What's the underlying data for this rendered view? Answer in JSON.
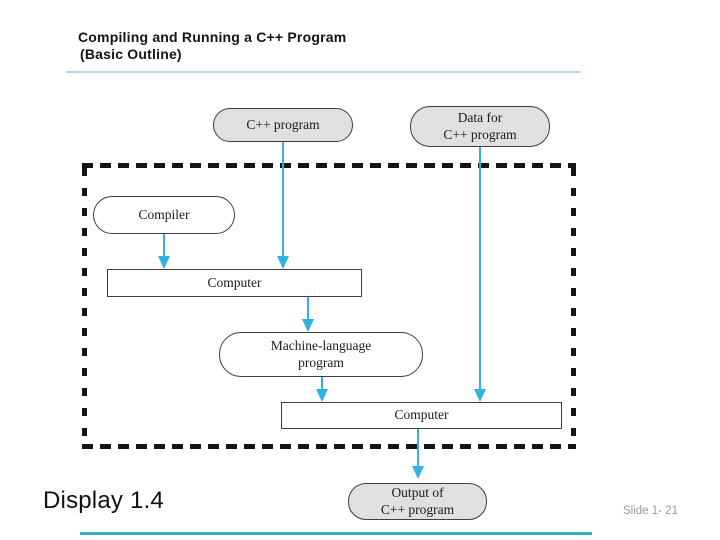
{
  "slide": {
    "title_line1": "Compiling and Running a C++ Program",
    "title_line2": "(Basic Outline)",
    "caption": "Display 1.4",
    "page_number": "Slide 1- 21",
    "colors": {
      "arrow": "#2EB3E4",
      "title_divider": "#ABDCE6",
      "bottom_divider": "#38AEC3",
      "node_gray_fill": "#E0E0E0",
      "node_border": "#3F3F3F",
      "boundary_dash": "#141414"
    }
  },
  "diagram": {
    "nodes": {
      "cpp_program": {
        "label": "C++ program"
      },
      "data_for_cpp_program": {
        "line1": "Data for",
        "line2": "C++ program"
      },
      "compiler": {
        "label": "Compiler"
      },
      "computer_top": {
        "label": "Computer"
      },
      "machine_language_program": {
        "line1": "Machine-language",
        "line2": "program"
      },
      "computer_bottom": {
        "label": "Computer"
      },
      "output_of_cpp_program": {
        "line1": "Output of",
        "line2": "C++ program"
      }
    }
  }
}
